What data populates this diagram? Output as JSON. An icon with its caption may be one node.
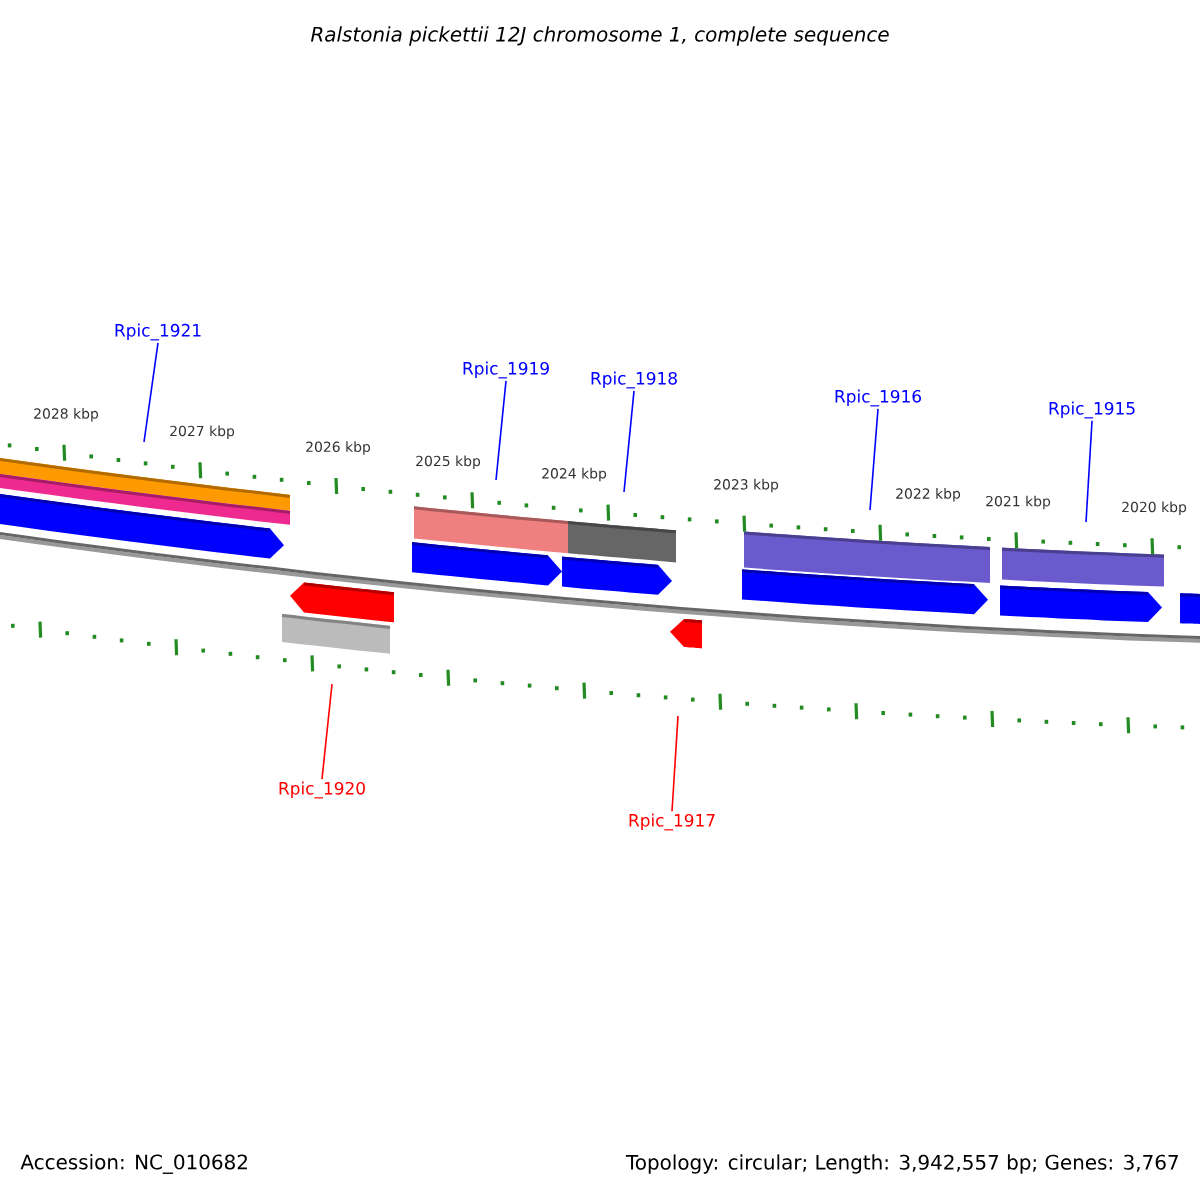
{
  "diagram": {
    "title": "Ralstonia pickettii 12J chromosome 1, complete sequence",
    "nodes": [
      {
        "text": [
          "Rpic_1921"
        ]
      },
      {
        "text": [
          "Rpic_1919"
        ]
      },
      {
        "text": [
          "Rpic_1918"
        ]
      },
      {
        "text": [
          "Rpic_1916"
        ]
      },
      {
        "text": [
          "Rpic_1915"
        ]
      },
      {
        "text": [
          "Rpic_1920"
        ]
      },
      {
        "text": [
          "Rpic_1917"
        ]
      }
    ],
    "edges": [
      {
        "from": 0,
        "to": null,
        "arrow": "none"
      },
      {
        "from": 1,
        "to": null,
        "arrow": "none"
      },
      {
        "from": 2,
        "to": null,
        "arrow": "none"
      },
      {
        "from": 3,
        "to": null,
        "arrow": "none"
      },
      {
        "from": 4,
        "to": null,
        "arrow": "none"
      },
      {
        "from": 5,
        "to": null,
        "arrow": "none",
        "color": "#ff0000"
      },
      {
        "from": 6,
        "to": null,
        "arrow": "none",
        "color": "#ff0000"
      }
    ],
    "labels": [
      "2028 kbp",
      "2027 kbp",
      "2026 kbp",
      "2025 kbp",
      "2024 kbp",
      "2023 kbp",
      "2022 kbp",
      "2021 kbp",
      "2020 kbp",
      "Accession: NC_010682",
      "Topology: circular; Length: 3,942,557 bp; Genes: 3,767"
    ]
  }
}
